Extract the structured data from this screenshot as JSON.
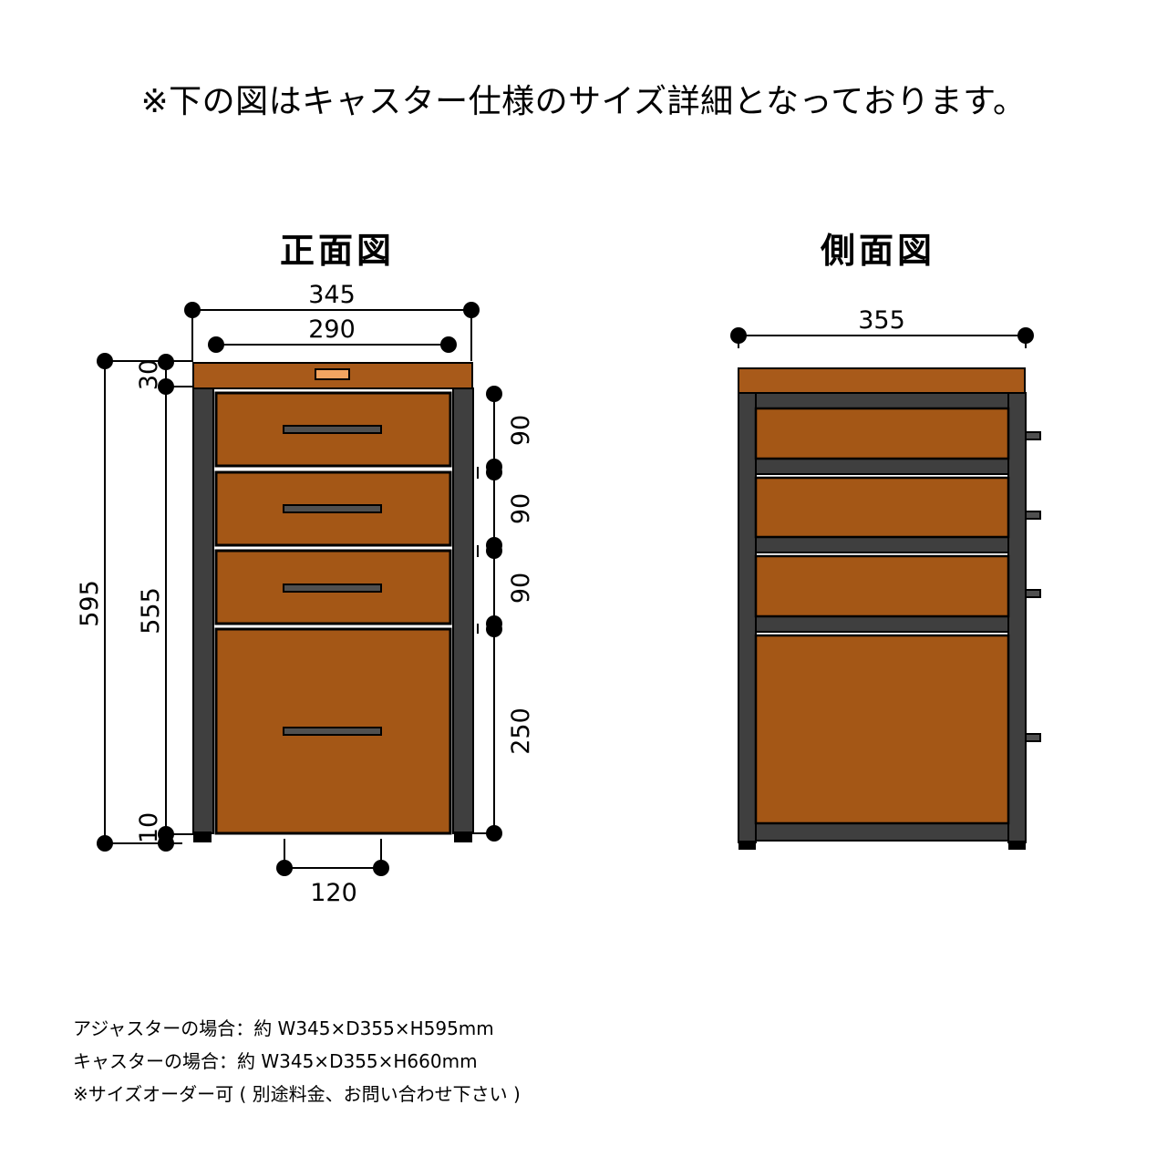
{
  "heading": "※下の図はキャスター仕様のサイズ詳細となっております。",
  "front_view": {
    "title": "正面図",
    "dims": {
      "width_total": "345",
      "width_inner": "290",
      "height_total": "595",
      "height_body": "555",
      "top_board": "30",
      "bottom_gap": "10",
      "drawer_1": "90",
      "drawer_2": "90",
      "drawer_3": "90",
      "drawer_4": "250",
      "foot_gap": "120"
    }
  },
  "side_view": {
    "title": "側面図",
    "dims": {
      "depth": "355"
    }
  },
  "notes": [
    "アジャスターの場合：約 W345×D355×H595mm",
    "キャスターの場合：約 W345×D355×H660mm",
    "※サイズオーダー可 ( 別途料金、お問い合わせ下さい )"
  ],
  "colors": {
    "wood": "#A45716",
    "top_board": "#A85A1A",
    "frame": "#3F3F3F",
    "handle": "#505050",
    "label_plate": "#F2A561",
    "line": "#000000"
  }
}
